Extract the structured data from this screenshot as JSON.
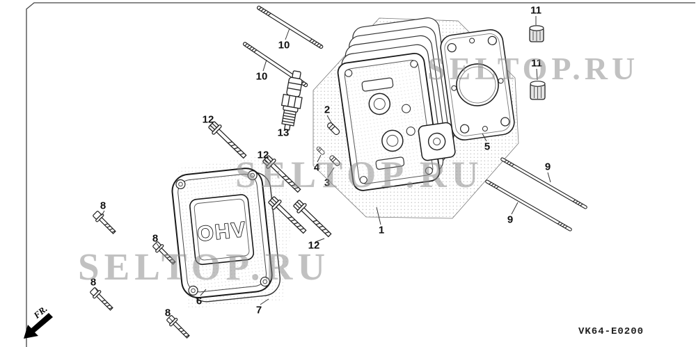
{
  "page": {
    "diagram_code": "VK64-E0200",
    "fr_label": "FR.",
    "watermark": "SELTOP.RU"
  },
  "cover": {
    "emboss": "OHV"
  },
  "labels": {
    "l1": "1",
    "l2": "2",
    "l3": "3",
    "l4": "4",
    "l5": "5",
    "l6": "6",
    "l7": "7",
    "l8a": "8",
    "l8b": "8",
    "l8c": "8",
    "l8d": "8",
    "l9a": "9",
    "l9b": "9",
    "l10a": "10",
    "l10b": "10",
    "l11a": "11",
    "l11b": "11",
    "l12a": "12",
    "l12b": "12",
    "l12c": "12",
    "l13": "13"
  }
}
